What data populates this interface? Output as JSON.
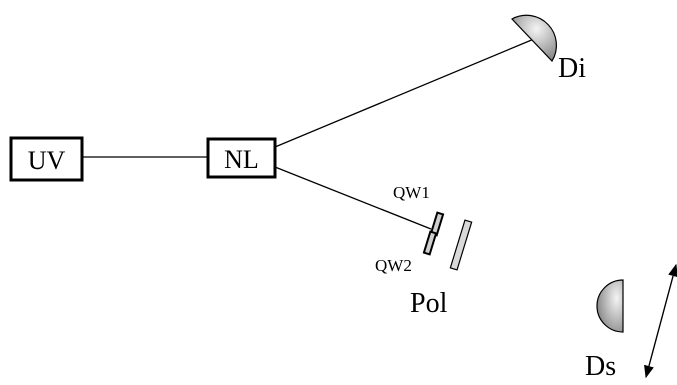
{
  "diagram": {
    "boxes": {
      "uv": "UV",
      "nl": "NL"
    },
    "labels": {
      "qw1": "QW1",
      "qw2": "QW2",
      "pol": "Pol",
      "di": "Di",
      "ds": "Ds"
    },
    "colors": {
      "stroke": "#000000",
      "detector_light": "#f2f2f2",
      "detector_dark": "#7a7a7a",
      "polarizer_fill": "#d9d9d9"
    }
  }
}
